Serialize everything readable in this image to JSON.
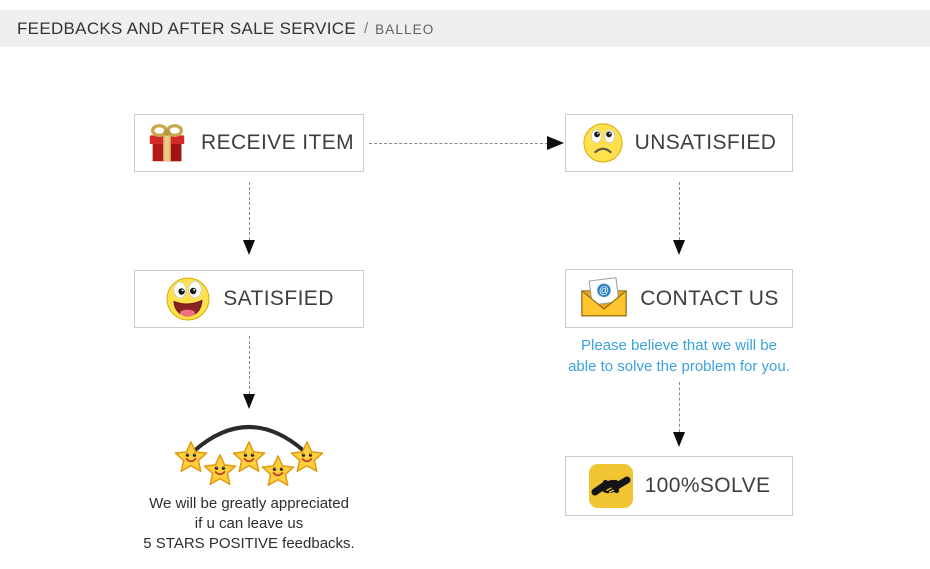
{
  "header": {
    "title": "FEEDBACKS AND AFTER SALE SERVICE",
    "separator": "/",
    "brand": "BALLEO"
  },
  "flow": {
    "receive": {
      "label": "RECEIVE ITEM",
      "icon": "gift-icon"
    },
    "unsatisfied": {
      "label": "UNSATISFIED",
      "icon": "sad-face-icon"
    },
    "satisfied": {
      "label": "SATISFIED",
      "icon": "happy-face-icon"
    },
    "contact": {
      "label": "CONTACT US",
      "icon": "email-icon"
    },
    "solve": {
      "label": "100%SOLVE",
      "icon": "handshake-icon"
    },
    "contact_note_line1": "Please believe that we will be",
    "contact_note_line2": "able to solve the problem for you.",
    "stars_note_line1": "We will be greatly appreciated",
    "stars_note_line2": "if u can leave us",
    "stars_note_line3": "5 STARS POSITIVE feedbacks.",
    "star_count": 5
  },
  "colors": {
    "header_bg": "#efefef",
    "box_border": "#cccccc",
    "accent_blue": "#3aa2dc",
    "arrow_dash": "#8a8a8a",
    "arrow_head": "#0d0d0d",
    "label_color": "#3e3e3e",
    "star_gold": "#ffcf3e",
    "handshake_bg": "#f0c433"
  }
}
